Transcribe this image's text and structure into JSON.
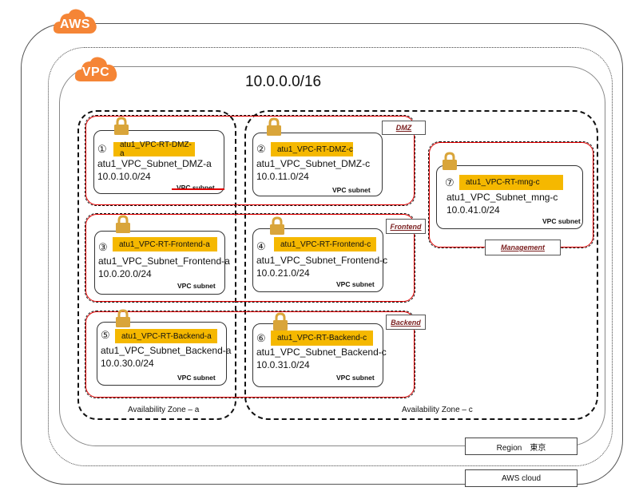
{
  "diagram": {
    "aws_badge": "AWS",
    "vpc_badge": "VPC",
    "vpc_cidr": "10.0.0.0/16",
    "availability_zones": [
      {
        "label": "Availability Zone – a"
      },
      {
        "label": "Availability Zone – c"
      }
    ],
    "groups": [
      {
        "label": "DMZ"
      },
      {
        "label": "Frontend"
      },
      {
        "label": "Backend"
      },
      {
        "label": "Management"
      }
    ],
    "subnets": [
      {
        "number": "①",
        "route_table": "atu1_VPC-RT-DMZ-a",
        "name": "atu1_VPC_Subnet_DMZ-a",
        "cidr": "10.0.10.0/24",
        "type": "VPC subnet"
      },
      {
        "number": "②",
        "route_table": "atu1_VPC-RT-DMZ-c",
        "name": "atu1_VPC_Subnet_DMZ-c",
        "cidr": "10.0.11.0/24",
        "type": "VPC subnet"
      },
      {
        "number": "③",
        "route_table": "atu1_VPC-RT-Frontend-a",
        "name": "atu1_VPC_Subnet_Frontend-a",
        "cidr": "10.0.20.0/24",
        "type": "VPC subnet"
      },
      {
        "number": "④",
        "route_table": "atu1_VPC-RT-Frontend-c",
        "name": "atu1_VPC_Subnet_Frontend-c",
        "cidr": "10.0.21.0/24",
        "type": "VPC subnet"
      },
      {
        "number": "⑤",
        "route_table": "atu1_VPC-RT-Backend-a",
        "name": "atu1_VPC_Subnet_Backend-a",
        "cidr": "10.0.30.0/24",
        "type": "VPC subnet"
      },
      {
        "number": "⑥",
        "route_table": "atu1_VPC-RT-Backend-c",
        "name": "atu1_VPC_Subnet_Backend-c",
        "cidr": "10.0.31.0/24",
        "type": "VPC subnet"
      },
      {
        "number": "⑦",
        "route_table": "atu1_VPC-RT-mng-c",
        "name": "atu1_VPC_Subnet_mng-c",
        "cidr": "10.0.41.0/24",
        "type": "VPC subnet"
      }
    ],
    "legend": {
      "region": "Region　東京",
      "cloud": "AWS cloud"
    },
    "colors": {
      "aws_orange": "#f58536",
      "route_table_bg": "#f5b800",
      "group_border": "#e00000",
      "group_tag_text": "#7a1e1e",
      "lock": "#d9a53a"
    }
  }
}
